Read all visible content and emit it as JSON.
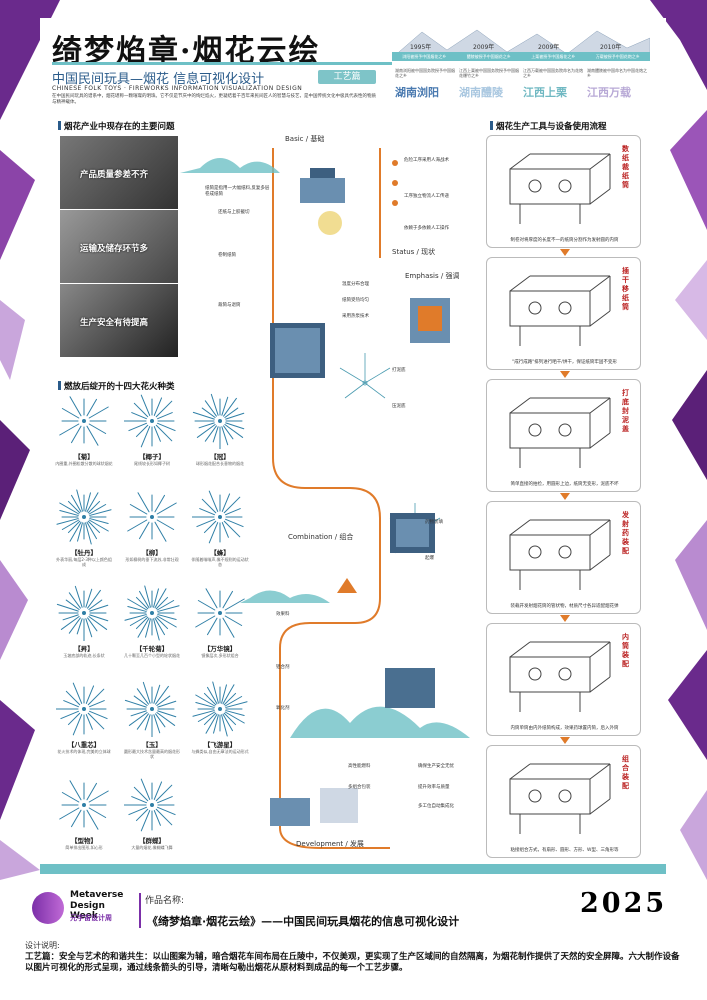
{
  "header": {
    "title": "绮梦焰章·烟花云绘",
    "subtitle": "中国民间玩具—烟花  信息可视化设计",
    "en_title": "CHINESE FOLK TOYS · FIREWORKS INFORMATION VISUALIZATION DESIGN",
    "badge": "工艺篇",
    "intro": "在中国民间玩具的谱系中，烟花堪称一颗璀璨的明珠。它不仅是节庆中的绚烂焰火，更凝结着千百年来民间匠人的智慧与技艺，是中国传统文化中极具代表性的物质与精神载体。"
  },
  "timeline": {
    "years": [
      "1995年",
      "2009年",
      "2009年",
      "2010年"
    ],
    "bar": [
      "浏阳被授予中国烟花之乡",
      "醴陵被授予中国烟花之乡",
      "上栗被授予中国烟花之乡",
      "万载被授予中国花炮之乡"
    ],
    "places": [
      {
        "desc": "湖南浏阳被中国国务院授予中国烟花之乡",
        "name": "湖南浏阳",
        "color": "#4a7ab0"
      },
      {
        "desc": "江西上栗被中国国务院授予中国烟花爆竹之乡",
        "name": "湖南醴陵",
        "color": "#a9c7e0"
      },
      {
        "desc": "江西万载被中国国务院命名为花炮之乡",
        "name": "江西上栗",
        "color": "#6fb8c2"
      },
      {
        "desc": "湖南醴陵被中国命名为中国花炮之乡",
        "name": "江西万载",
        "color": "#b8a9d6"
      }
    ]
  },
  "problems": {
    "heading": "烟花产业中现存在的主要问题",
    "items": [
      "产品质量参差不齐",
      "运输及储存环节多",
      "生产安全有待提高"
    ]
  },
  "types": {
    "heading": "燃放后绽开的十四大花火种类",
    "items": [
      {
        "name": "【菊】",
        "desc": "内圈重,外圈松散分散的球状烟花"
      },
      {
        "name": "【椰子】",
        "desc": "尾线较长形如椰子树"
      },
      {
        "name": "【冠】",
        "desc": "球形烟花配合长垂物的烟花"
      },
      {
        "name": "【牡丹】",
        "desc": "外表华丽,每层2-3种以上颜色组成"
      },
      {
        "name": "【柳】",
        "desc": "形如柳树的垂下流苏,非常壮观"
      },
      {
        "name": "【蜂】",
        "desc": "伴随着嗡嗡声,像不规则的运动状态"
      },
      {
        "name": "【昇】",
        "desc": "玉坡底部的轨迹,长条状"
      },
      {
        "name": "【千轮菊】",
        "desc": "几十颗至几百个小型的轮状烟花"
      },
      {
        "name": "【万华镜】",
        "desc": "镜像层次,多形状组合"
      },
      {
        "name": "【八重芯】",
        "desc": "花火技术的体现,完美的立体球"
      },
      {
        "name": "【玉】",
        "desc": "圆形最大技术含量最高的烟花形状"
      },
      {
        "name": "【飞游星】",
        "desc": "与蜂类似,自由无章法的运动形式"
      },
      {
        "name": "【型物】",
        "desc": "简单排出图形,如心形"
      },
      {
        "name": "【群蝶】",
        "desc": "大量的烟花,像蝴蝶飞舞"
      }
    ]
  },
  "process": {
    "stages": [
      "Basic / 基础",
      "Status / 现状",
      "Emphasis / 强调",
      "Combination / 组合",
      "Development / 发展"
    ],
    "notes": [
      "纸筒是指用一大幅纸料,反复多层卷成纸筒",
      "还纸与上胶截切",
      "卷制纸筒",
      "裁筒与退筒",
      "温度分布合理",
      "纸筒受热均匀",
      "采用热泵技术",
      "打泥底",
      "压泥底",
      "药物装填",
      "起爆",
      "效果料",
      "铝合剂",
      "氧化剂",
      "高性能燃料",
      "多组合包装",
      "确保生产安全无忧",
      "提升效率与质量",
      "多工位自动集成化"
    ],
    "status": [
      "危险工序采用人海战术",
      "工序独立物流人工传递",
      "依赖于多依赖人工操作"
    ]
  },
  "tools": {
    "heading": "烟花生产工具与设备使用流程",
    "steps": [
      {
        "vt": "数纸裁纸筒",
        "cap": "制卷对将厚度的长度不一的纸筒分割作为发射圆的内筒"
      },
      {
        "vt": "插干移纸筒",
        "cap": "\"成行成路\"排列进行晒干/烘干，保证纸筒牢固不变形"
      },
      {
        "vt": "打底封泥盖",
        "cap": "简单直接的拍捡，用圆形上边，纸筒无变形，泥底不坏"
      },
      {
        "vt": "发射药装配",
        "cap": "装载开发射烟花筒的管状物，材质尺寸各异适配烟花弹"
      },
      {
        "vt": "内筒装配",
        "cap": "内筒单筒由内外纸筒构成，效果药球置内筒，后入外筒"
      },
      {
        "vt": "组合装配",
        "cap": "粘接组合方式，有扇形、圆形、方形、W型、三角形等"
      }
    ]
  },
  "footer": {
    "brand1": "Metaverse",
    "brand2": "Design Week",
    "brand3": "元宇宙设计周",
    "work_label": "作品名称:",
    "work_name": "《绮梦焰章·烟花云绘》——中国民间玩具烟花的信息可视化设计",
    "year": "2025",
    "desc_label": "设计说明:",
    "desc": "工艺篇：安全与艺术的和谐共生：以山图案为辅，暗合烟花车间布局在丘陵中，不仅美观，更实现了生产区域间的自然隔离，为烟花制作提供了天然的安全屏障。六大制作设备以图片可视化的形式呈现，通过线条箭头的引导，清晰勾勒出烟花从原材料到成品的每一个工艺步骤。"
  }
}
